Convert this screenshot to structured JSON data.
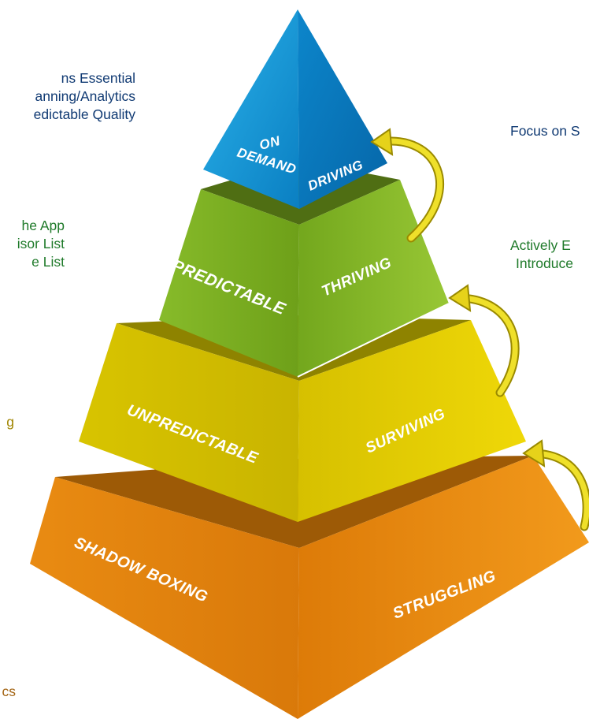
{
  "colors": {
    "blue": "#0b8fce",
    "green": "#7dac1c",
    "yellow": "#e3cc00",
    "orange": "#e8850d",
    "arrow": "#e6d21a",
    "text_blue": "#103a73",
    "text_green": "#1f7a2a",
    "text_yellow": "#a08500",
    "text_orange": "#a36413"
  },
  "tiers": {
    "on_demand": {
      "left": [
        "ON",
        "DEMAND"
      ],
      "right": "DRIVING"
    },
    "predictable": {
      "left": "PREDICTABLE",
      "right": "THRIVING"
    },
    "unpredictable": {
      "left": "UNPREDICTABLE",
      "right": "SURVIVING"
    },
    "shadow_boxing": {
      "left": "SHADOW BOXING",
      "right": "STRUGGLING"
    }
  },
  "left_notes": {
    "top": [
      "ns Essential",
      "anning/Analytics",
      "edictable Quality"
    ],
    "green": [
      "he App",
      "isor List",
      "e List"
    ],
    "yellow": [
      "g"
    ],
    "orange": [
      "cs"
    ]
  },
  "right_notes": {
    "top": [
      "Focus on S"
    ],
    "green": [
      "Actively E",
      "Introduce"
    ]
  },
  "arrows": [
    "arrow-up-icon",
    "arrow-up-icon",
    "arrow-up-icon"
  ]
}
